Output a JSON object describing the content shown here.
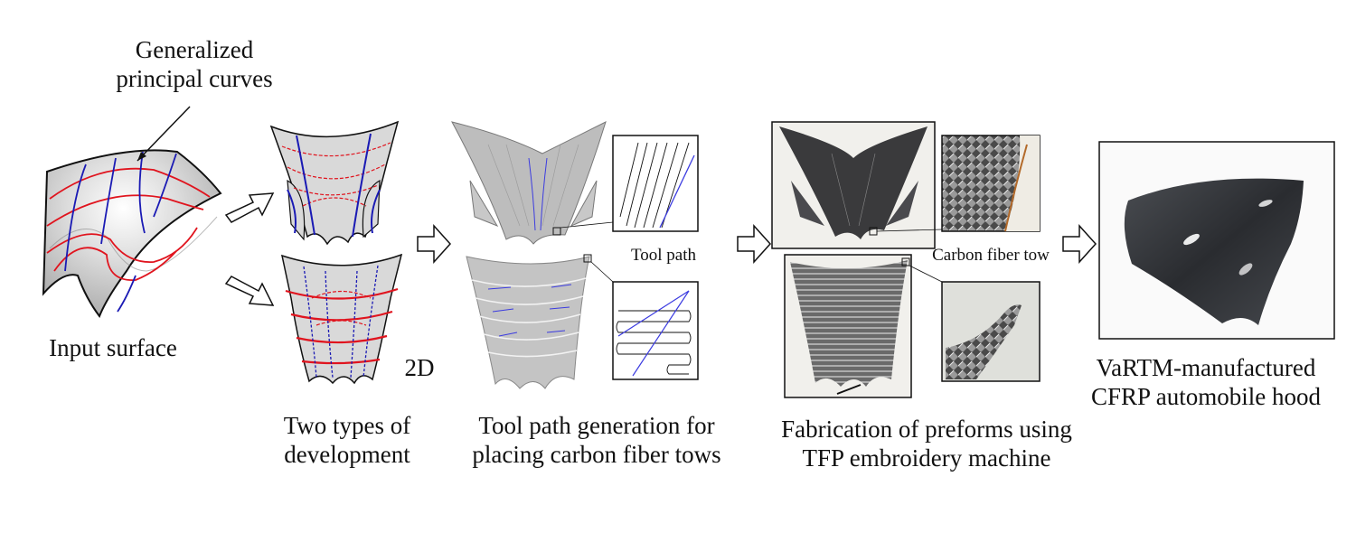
{
  "labels": {
    "curves_line1": "Generalized",
    "curves_line2": "principal curves",
    "input_surface": "Input surface",
    "two_d": "2D",
    "dev_line1": "Two types of",
    "dev_line2": "development",
    "tool_path": "Tool path",
    "toolgen_line1": "Tool path generation for",
    "toolgen_line2": "placing carbon fiber tows",
    "carbon_tow": "Carbon fiber tow",
    "fab_line1": "Fabrication of preforms using",
    "fab_line2": "TFP embroidery machine",
    "hood_line1": "VaRTM-manufactured",
    "hood_line2": "CFRP automobile hood"
  },
  "colors": {
    "red_curve": "#e0141e",
    "blue_curve": "#1a1ab4",
    "surface_gray": "#d9d9d9",
    "stroke": "#111111",
    "photo_dark": "#3a3a3c"
  }
}
